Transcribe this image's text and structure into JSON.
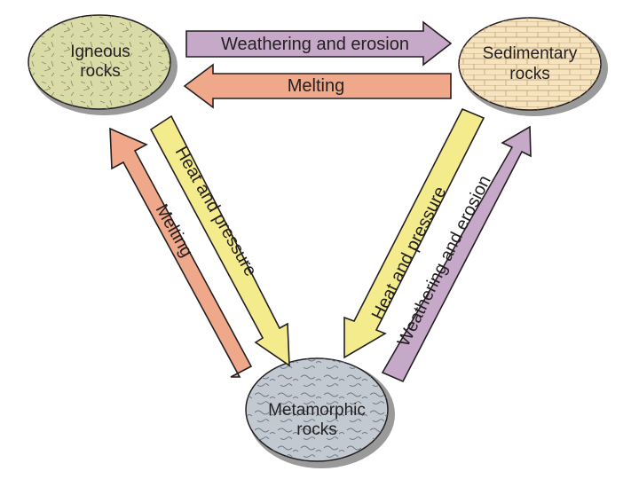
{
  "nodes": {
    "igneous": {
      "lines": [
        "Igneous",
        "rocks"
      ],
      "fill": "#dadca8",
      "texture": "#8a8c6a"
    },
    "sedimentary": {
      "lines": [
        "Sedimentary",
        "rocks"
      ],
      "fill": "#f6e3bf",
      "texture": "#c7a97c"
    },
    "metamorphic": {
      "lines": [
        "Metamorphic",
        "rocks"
      ],
      "fill": "#c3c9d1",
      "texture": "#6f7a88"
    }
  },
  "arrows": {
    "weathering_top": {
      "label": "Weathering and erosion",
      "color": "#c6a8c8"
    },
    "melting_top": {
      "label": "Melting",
      "color": "#f0a88a"
    },
    "melting_left": {
      "label": "Melting",
      "color": "#f0a88a"
    },
    "heat_left": {
      "label": "Heat and pressure",
      "color": "#f4ec8c"
    },
    "heat_right": {
      "label": "Heat and pressure",
      "color": "#f4ec8c"
    },
    "weathering_right": {
      "label": "Weathering and erosion",
      "color": "#c6a8c8"
    }
  }
}
